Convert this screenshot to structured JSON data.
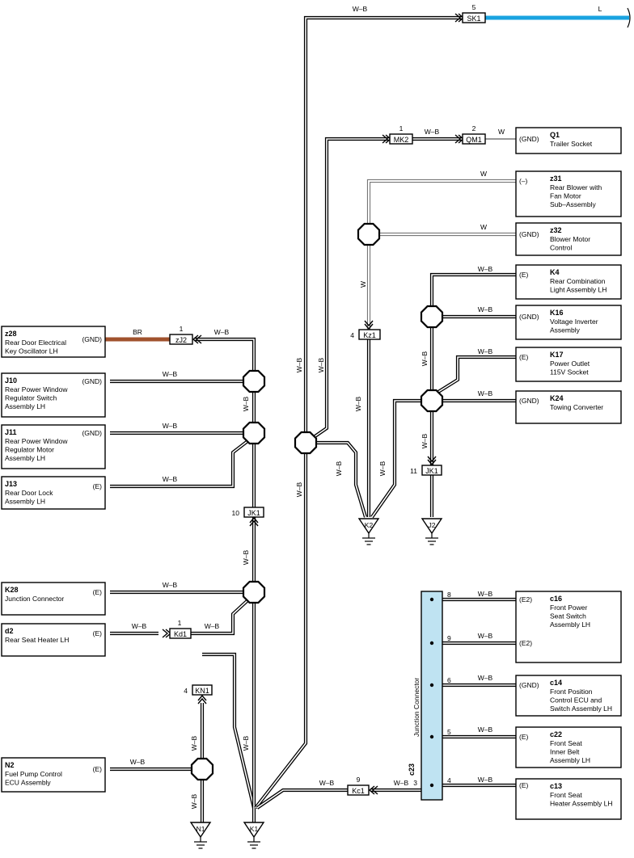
{
  "wire_w_b": "W–B",
  "wire_w": "W",
  "wire_br": "BR",
  "wire_l": "L",
  "components_left": [
    {
      "code": "z28",
      "name": [
        "Rear Door Electrical",
        "Key Oscillator LH"
      ],
      "pin": "(GND)"
    },
    {
      "code": "J10",
      "name": [
        "Rear Power Window",
        "Regulator Switch",
        "Assembly LH"
      ],
      "pin": "(GND)"
    },
    {
      "code": "J11",
      "name": [
        "Rear Power Window",
        "Regulator Motor",
        "Assembly LH"
      ],
      "pin": "(GND)"
    },
    {
      "code": "J13",
      "name": [
        "Rear Door Lock",
        "Assembly LH"
      ],
      "pin": "(E)"
    },
    {
      "code": "K28",
      "name": [
        "Junction Connector"
      ],
      "pin": "(E)"
    },
    {
      "code": "d2",
      "name": [
        "Rear Seat Heater LH"
      ],
      "pin": "(E)"
    },
    {
      "code": "N2",
      "name": [
        "Fuel Pump Control",
        "ECU Assembly"
      ],
      "pin": "(E)"
    }
  ],
  "components_right": [
    {
      "code": "Q1",
      "name": [
        "Trailer Socket"
      ],
      "pin": "(GND)"
    },
    {
      "code": "z31",
      "name": [
        "Rear Blower with",
        "Fan Motor",
        "Sub–Assembly"
      ],
      "pin": "(–)"
    },
    {
      "code": "z32",
      "name": [
        "Blower Motor",
        "Control"
      ],
      "pin": "(GND)"
    },
    {
      "code": "K4",
      "name": [
        "Rear Combination",
        "Light Assembly LH"
      ],
      "pin": "(E)"
    },
    {
      "code": "K16",
      "name": [
        "Voltage Inverter",
        "Assembly"
      ],
      "pin": "(GND)"
    },
    {
      "code": "K17",
      "name": [
        "Power Outlet",
        "115V Socket"
      ],
      "pin": "(E)"
    },
    {
      "code": "K24",
      "name": [
        "Towing Converter"
      ],
      "pin": "(GND)"
    },
    {
      "code": "c16",
      "name": [
        "Front Power",
        "Seat Switch",
        "Assembly LH"
      ],
      "pin": "(E2)",
      "pin2": "(E2)"
    },
    {
      "code": "c14",
      "name": [
        "Front Position",
        "Control ECU and",
        "Switch Assembly LH"
      ],
      "pin": "(GND)"
    },
    {
      "code": "c22",
      "name": [
        "Front Seat",
        "Inner Belt",
        "Assembly LH"
      ],
      "pin": "(E)"
    },
    {
      "code": "c13",
      "name": [
        "Front Seat",
        "Heater Assembly LH"
      ],
      "pin": "(E)"
    }
  ],
  "connectors": [
    {
      "id": "SK1",
      "pin": "5"
    },
    {
      "id": "MK2",
      "pin": "1"
    },
    {
      "id": "QM1",
      "pin": "2"
    },
    {
      "id": "zJ2",
      "pin": "1"
    },
    {
      "id": "Kz1",
      "pin": "4"
    },
    {
      "id": "JK1a",
      "label": "JK1",
      "pin": "10"
    },
    {
      "id": "JK1b",
      "label": "JK1",
      "pin": "11"
    },
    {
      "id": "Kd1",
      "pin": "1"
    },
    {
      "id": "KN1",
      "pin": "4"
    },
    {
      "id": "Kc1",
      "pin": "9"
    }
  ],
  "grounds": [
    "K2",
    "J2",
    "N1",
    "K1"
  ],
  "junction": {
    "code": "c23",
    "name": "Junction Connector",
    "pins": [
      "8",
      "9",
      "6",
      "5",
      "4",
      "3"
    ]
  }
}
